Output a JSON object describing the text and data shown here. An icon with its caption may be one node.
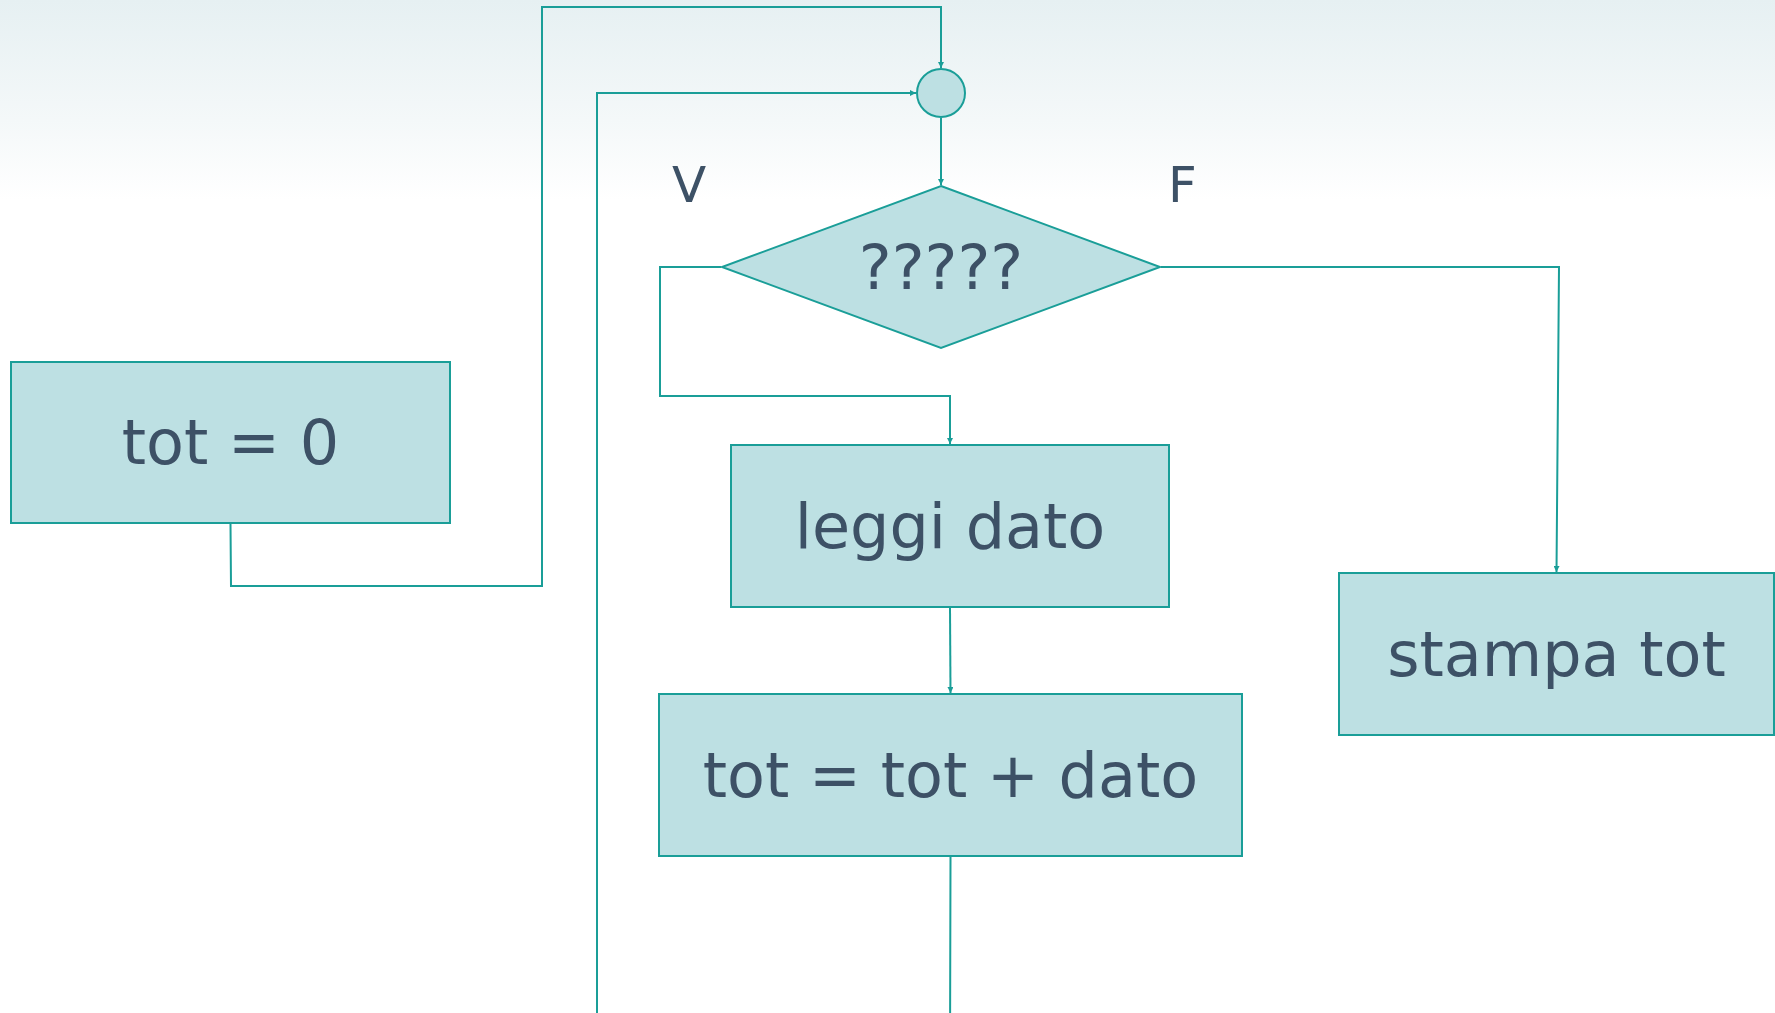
{
  "diagram": {
    "nodes": [
      {
        "text": [
          "tot = 0"
        ]
      },
      {
        "text": [],
        "shape": "circle"
      },
      {
        "text": [
          "?????"
        ]
      },
      {
        "text": [
          "leggi dato"
        ]
      },
      {
        "text": [
          "tot = tot + dato"
        ]
      },
      {
        "text": [
          "stampa tot"
        ]
      }
    ],
    "edges": [
      {
        "from": 0,
        "to": 1,
        "arrow": "to"
      },
      {
        "from": 4,
        "to": 1,
        "arrow": "to"
      },
      {
        "from": 1,
        "to": 2,
        "arrow": "to"
      },
      {
        "from": 2,
        "to": 3,
        "arrow": "to",
        "label": "V"
      },
      {
        "from": 2,
        "to": 5,
        "arrow": "to",
        "label": "F"
      },
      {
        "from": 3,
        "to": 4,
        "arrow": "to"
      }
    ]
  }
}
